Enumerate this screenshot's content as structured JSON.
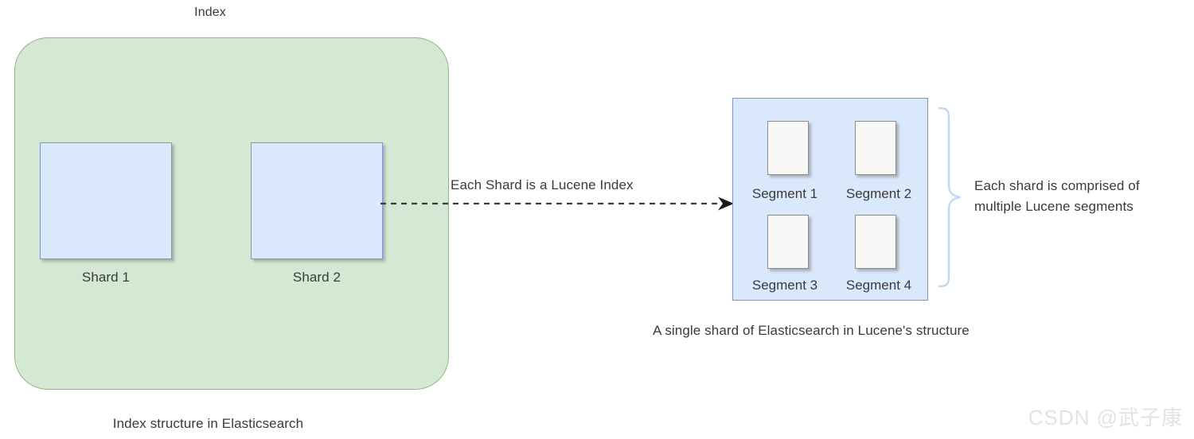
{
  "diagram": {
    "index": {
      "title": "Index",
      "caption": "Index structure in Elasticsearch",
      "fill_color": "#d5e8d4",
      "border_color": "#82b366",
      "shards": [
        {
          "label": "Shard 1"
        },
        {
          "label": "Shard 2"
        }
      ],
      "shard_fill_color": "#dae8fc",
      "shard_border_color": "#6c8ebf"
    },
    "connector": {
      "label": "Each Shard is a Lucene Index",
      "style": "dashed-arrow",
      "arrow_icon": "arrow-right-icon"
    },
    "lucene_shard": {
      "caption": "A single shard of Elasticsearch in Lucene's structure",
      "fill_color": "#dae8fc",
      "border_color": "#6c8ebf",
      "segments": [
        {
          "label": "Segment 1"
        },
        {
          "label": "Segment 2"
        },
        {
          "label": "Segment 3"
        },
        {
          "label": "Segment 4"
        }
      ],
      "segment_fill_color": "#f7f7f5",
      "segment_border_color": "#8c8c8c"
    },
    "annotation": {
      "brace_icon": "curly-brace-right-icon",
      "brace_color": "#c3d6ef",
      "note": "Each shard is comprised of\nmultiple Lucene segments"
    },
    "watermark": {
      "text": "CSDN @武子康",
      "color": "#e3e3e3"
    }
  }
}
